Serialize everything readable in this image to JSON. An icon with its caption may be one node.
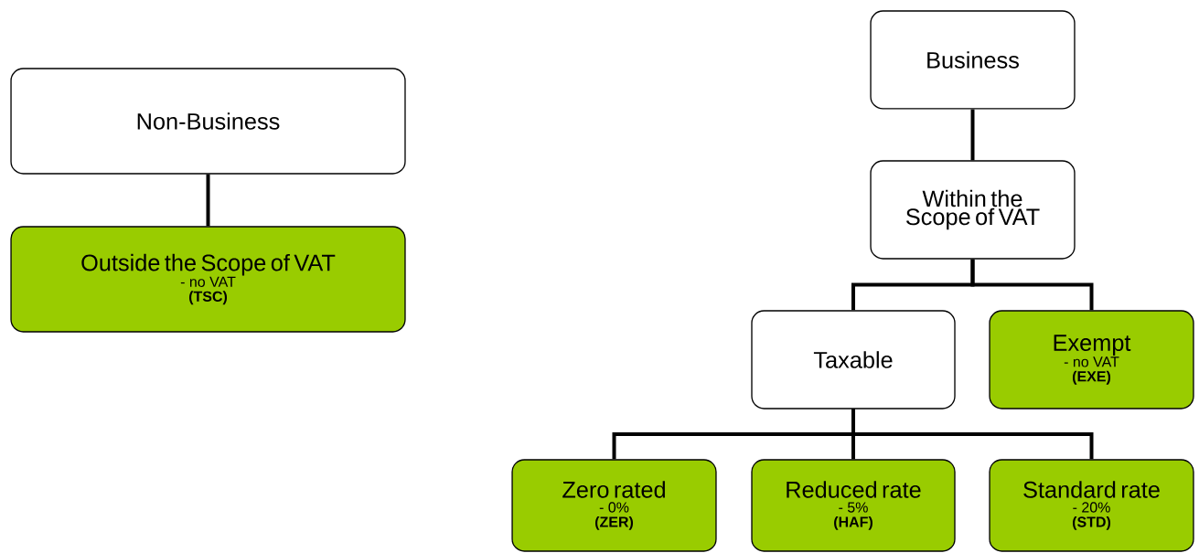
{
  "diagram": {
    "nodes": [
      {
        "text": [
          "Non-Business"
        ]
      },
      {
        "text": [
          "Outside the Scope of VAT",
          "- no VAT",
          "(TSC)"
        ]
      },
      {
        "text": [
          "Business"
        ]
      },
      {
        "text": [
          "Within the Scope of VAT"
        ]
      },
      {
        "text": [
          "Taxable"
        ]
      },
      {
        "text": [
          "Exempt",
          "- no VAT",
          "(EXE)"
        ]
      },
      {
        "text": [
          "Zero rated",
          "- 0%",
          "(ZER)"
        ]
      },
      {
        "text": [
          "Reduced rate",
          "- 5%",
          "(HAF)"
        ]
      },
      {
        "text": [
          "Standard rate",
          "- 20%",
          "(STD)"
        ]
      }
    ],
    "edges": [
      {
        "from": 0,
        "to": 1,
        "arrow": "none"
      },
      {
        "from": 2,
        "to": 3,
        "arrow": "none"
      },
      {
        "from": 3,
        "to": 4,
        "arrow": "none"
      },
      {
        "from": 3,
        "to": 5,
        "arrow": "none"
      },
      {
        "from": 4,
        "to": 6,
        "arrow": "none"
      },
      {
        "from": 4,
        "to": 7,
        "arrow": "none"
      },
      {
        "from": 4,
        "to": 8,
        "arrow": "none"
      }
    ]
  }
}
